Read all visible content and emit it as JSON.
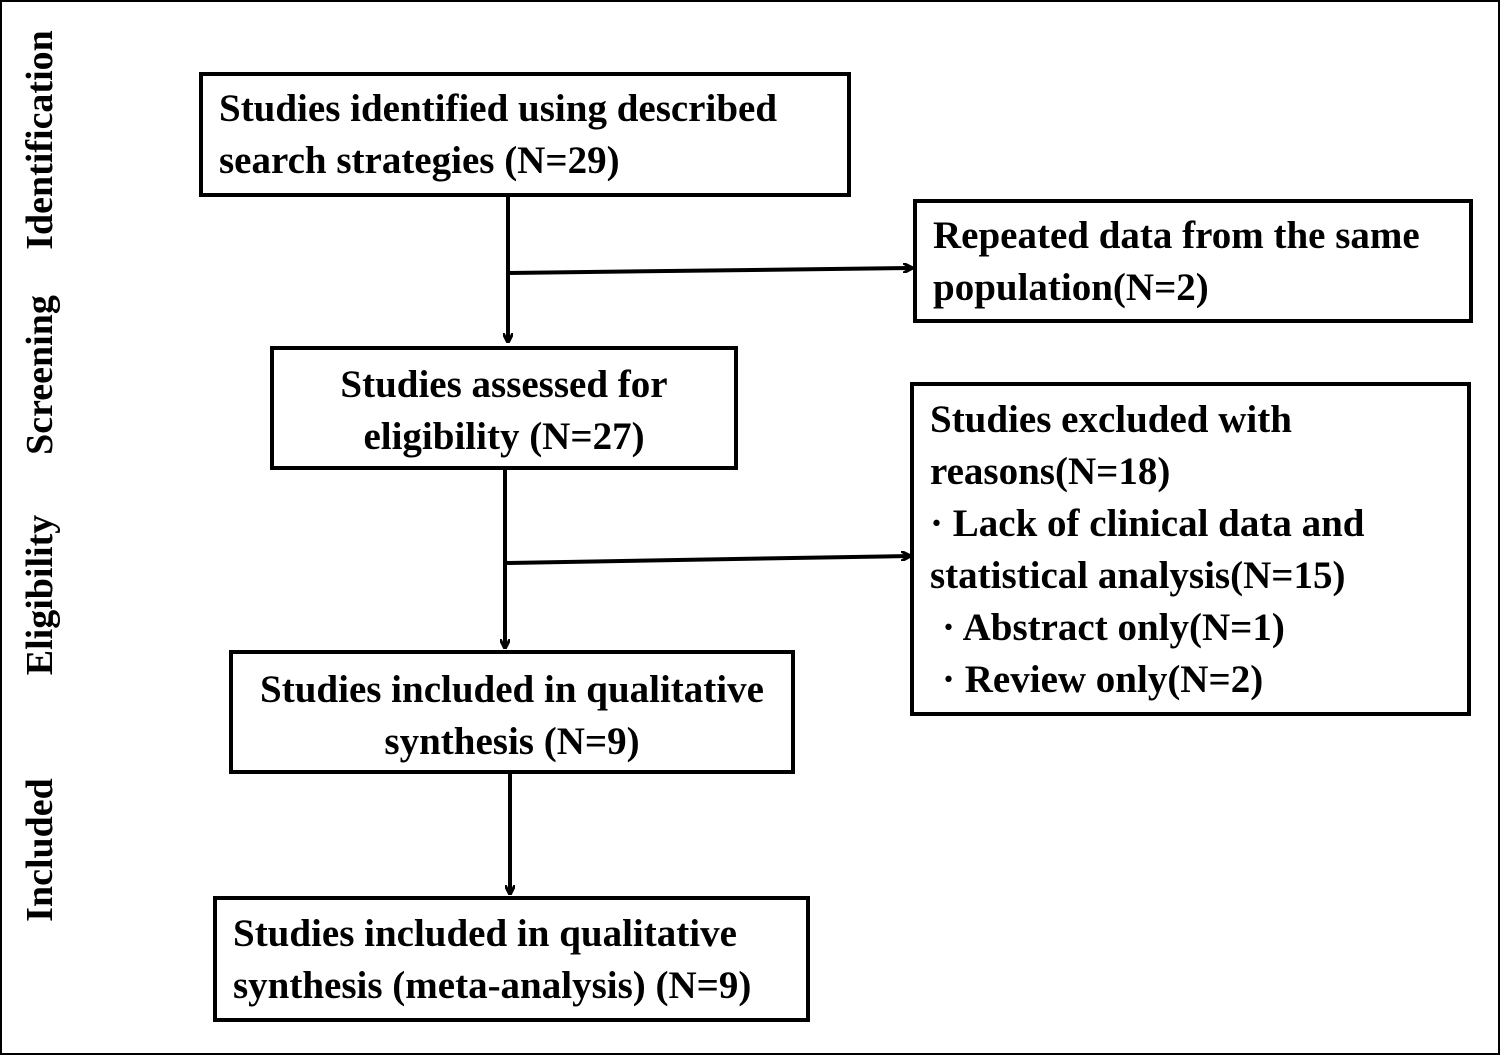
{
  "stages": {
    "identification": "Identification",
    "screening": "Screening",
    "eligibility": "Eligibility",
    "included": "Included"
  },
  "boxes": {
    "identified": {
      "line1": "Studies identified using described",
      "line2": "search strategies (N=29)"
    },
    "repeated": {
      "line1": "Repeated data from the same",
      "line2": "population(N=2)"
    },
    "assessed": {
      "line1": "Studies assessed for",
      "line2": "eligibility (N=27)"
    },
    "excluded": {
      "line1": "Studies excluded with",
      "line2": "reasons(N=18)",
      "line3": "· Lack of clinical data and",
      "line4": "statistical analysis(N=15)",
      "line5": "· Abstract only(N=1)",
      "line6": "· Review only(N=2)"
    },
    "qualitative": {
      "line1": "Studies included in qualitative",
      "line2": "synthesis (N=9)"
    },
    "meta": {
      "line1": "Studies included in qualitative",
      "line2": "synthesis (meta-analysis) (N=9)"
    }
  }
}
